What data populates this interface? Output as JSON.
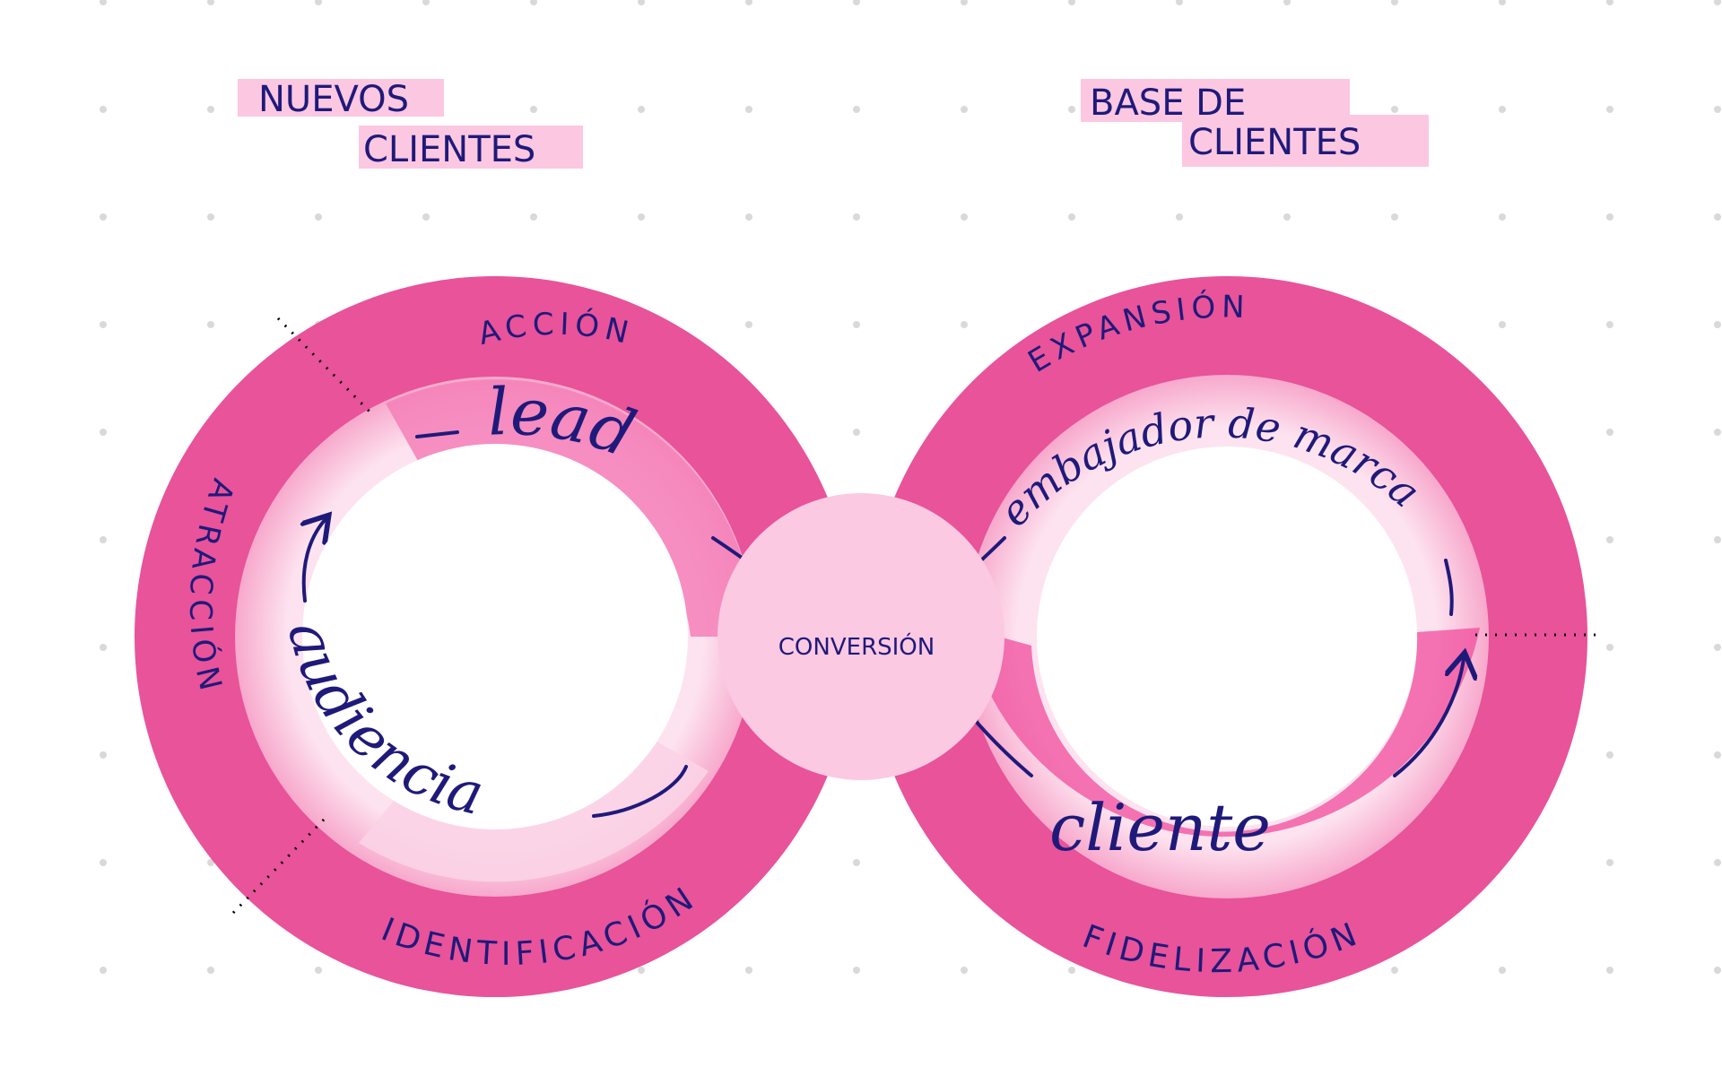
{
  "colors": {
    "background": "#ffffff",
    "grid_dot": "#d9d9d9",
    "outer_ring": "#e8539a",
    "inner_band_light": "#fbd3e6",
    "inner_band_strong": "#f47fb8",
    "center_circle": "#fbc9e1",
    "label_highlight": "#fcc7e1",
    "ink": "#1f1a7a"
  },
  "headers": {
    "left": {
      "line1": "NUEVOS",
      "line2": "CLIENTES"
    },
    "right": {
      "line1": "BASE DE",
      "line2": "CLIENTES"
    }
  },
  "left_loop": {
    "outer_labels": {
      "top": "ACCIÓN",
      "left": "ATRACCIÓN",
      "bottom": "IDENTIFICACIÓN"
    },
    "inner_labels": {
      "top": "lead",
      "bottom": "audiencia"
    }
  },
  "center": {
    "label": "CONVERSIÓN"
  },
  "right_loop": {
    "outer_labels": {
      "top": "EXPANSIÓN",
      "bottom": "FIDELIZACIÓN"
    },
    "inner_labels": {
      "top": "embajador de marca",
      "bottom": "cliente"
    }
  }
}
